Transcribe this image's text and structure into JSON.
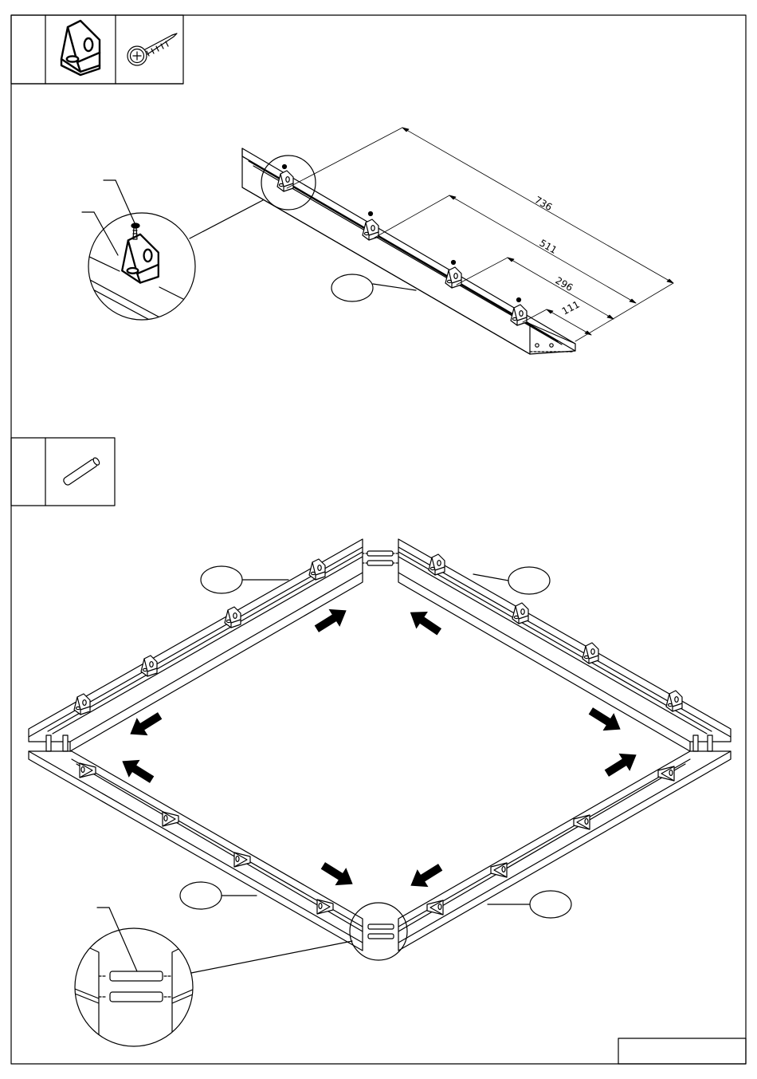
{
  "step1": {
    "parts": [
      "corner-bracket-icon",
      "screw-icon"
    ],
    "dimensions": {
      "d736": "736",
      "d511": "511",
      "d296": "296",
      "d111": "111"
    }
  },
  "step2": {
    "parts": [
      "dowel-icon"
    ]
  }
}
